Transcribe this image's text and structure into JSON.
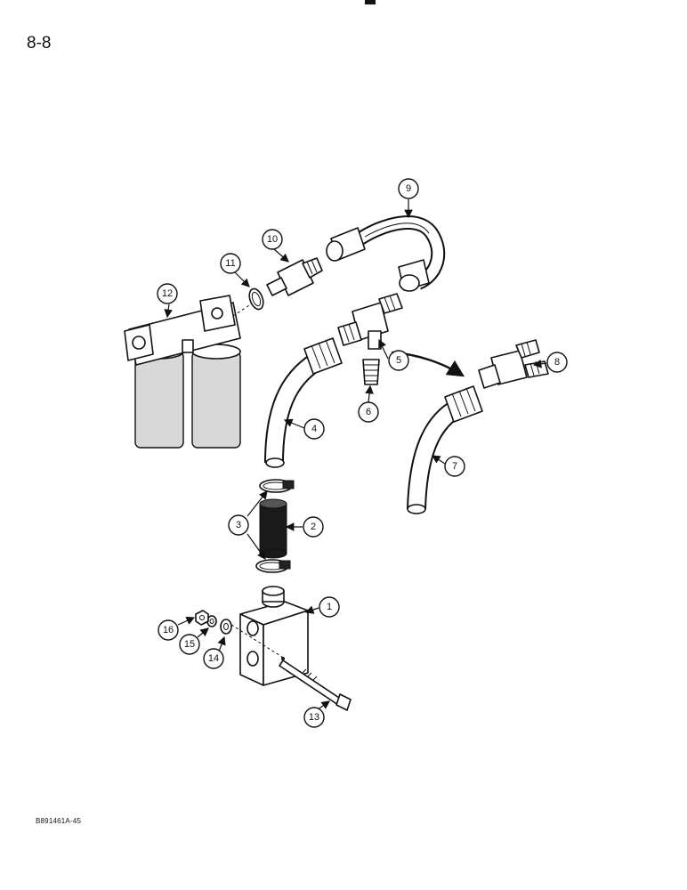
{
  "page": {
    "number": "8-8",
    "figure_id": "B891461A-45"
  },
  "callouts": [
    "1",
    "2",
    "3",
    "4",
    "5",
    "6",
    "7",
    "8",
    "9",
    "10",
    "11",
    "12",
    "13",
    "14",
    "15",
    "16"
  ]
}
